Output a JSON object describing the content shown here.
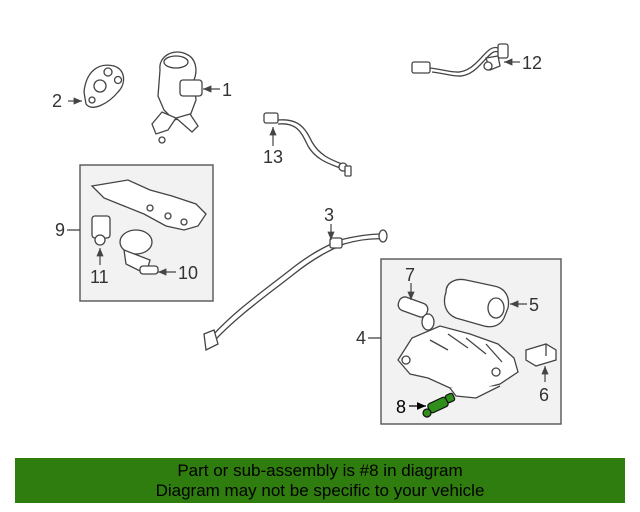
{
  "callouts": {
    "c1": "1",
    "c2": "2",
    "c3": "3",
    "c4": "4",
    "c5": "5",
    "c6": "6",
    "c7": "7",
    "c8": "8",
    "c9": "9",
    "c10": "10",
    "c11": "11",
    "c12": "12",
    "c13": "13"
  },
  "highlight_part": "8",
  "colors": {
    "banner": "#2e7d0e",
    "highlight": "#2f8f1a"
  },
  "banner": {
    "line1": "Part or sub-assembly is #8 in diagram",
    "line2": "Diagram may not be specific to your vehicle"
  }
}
